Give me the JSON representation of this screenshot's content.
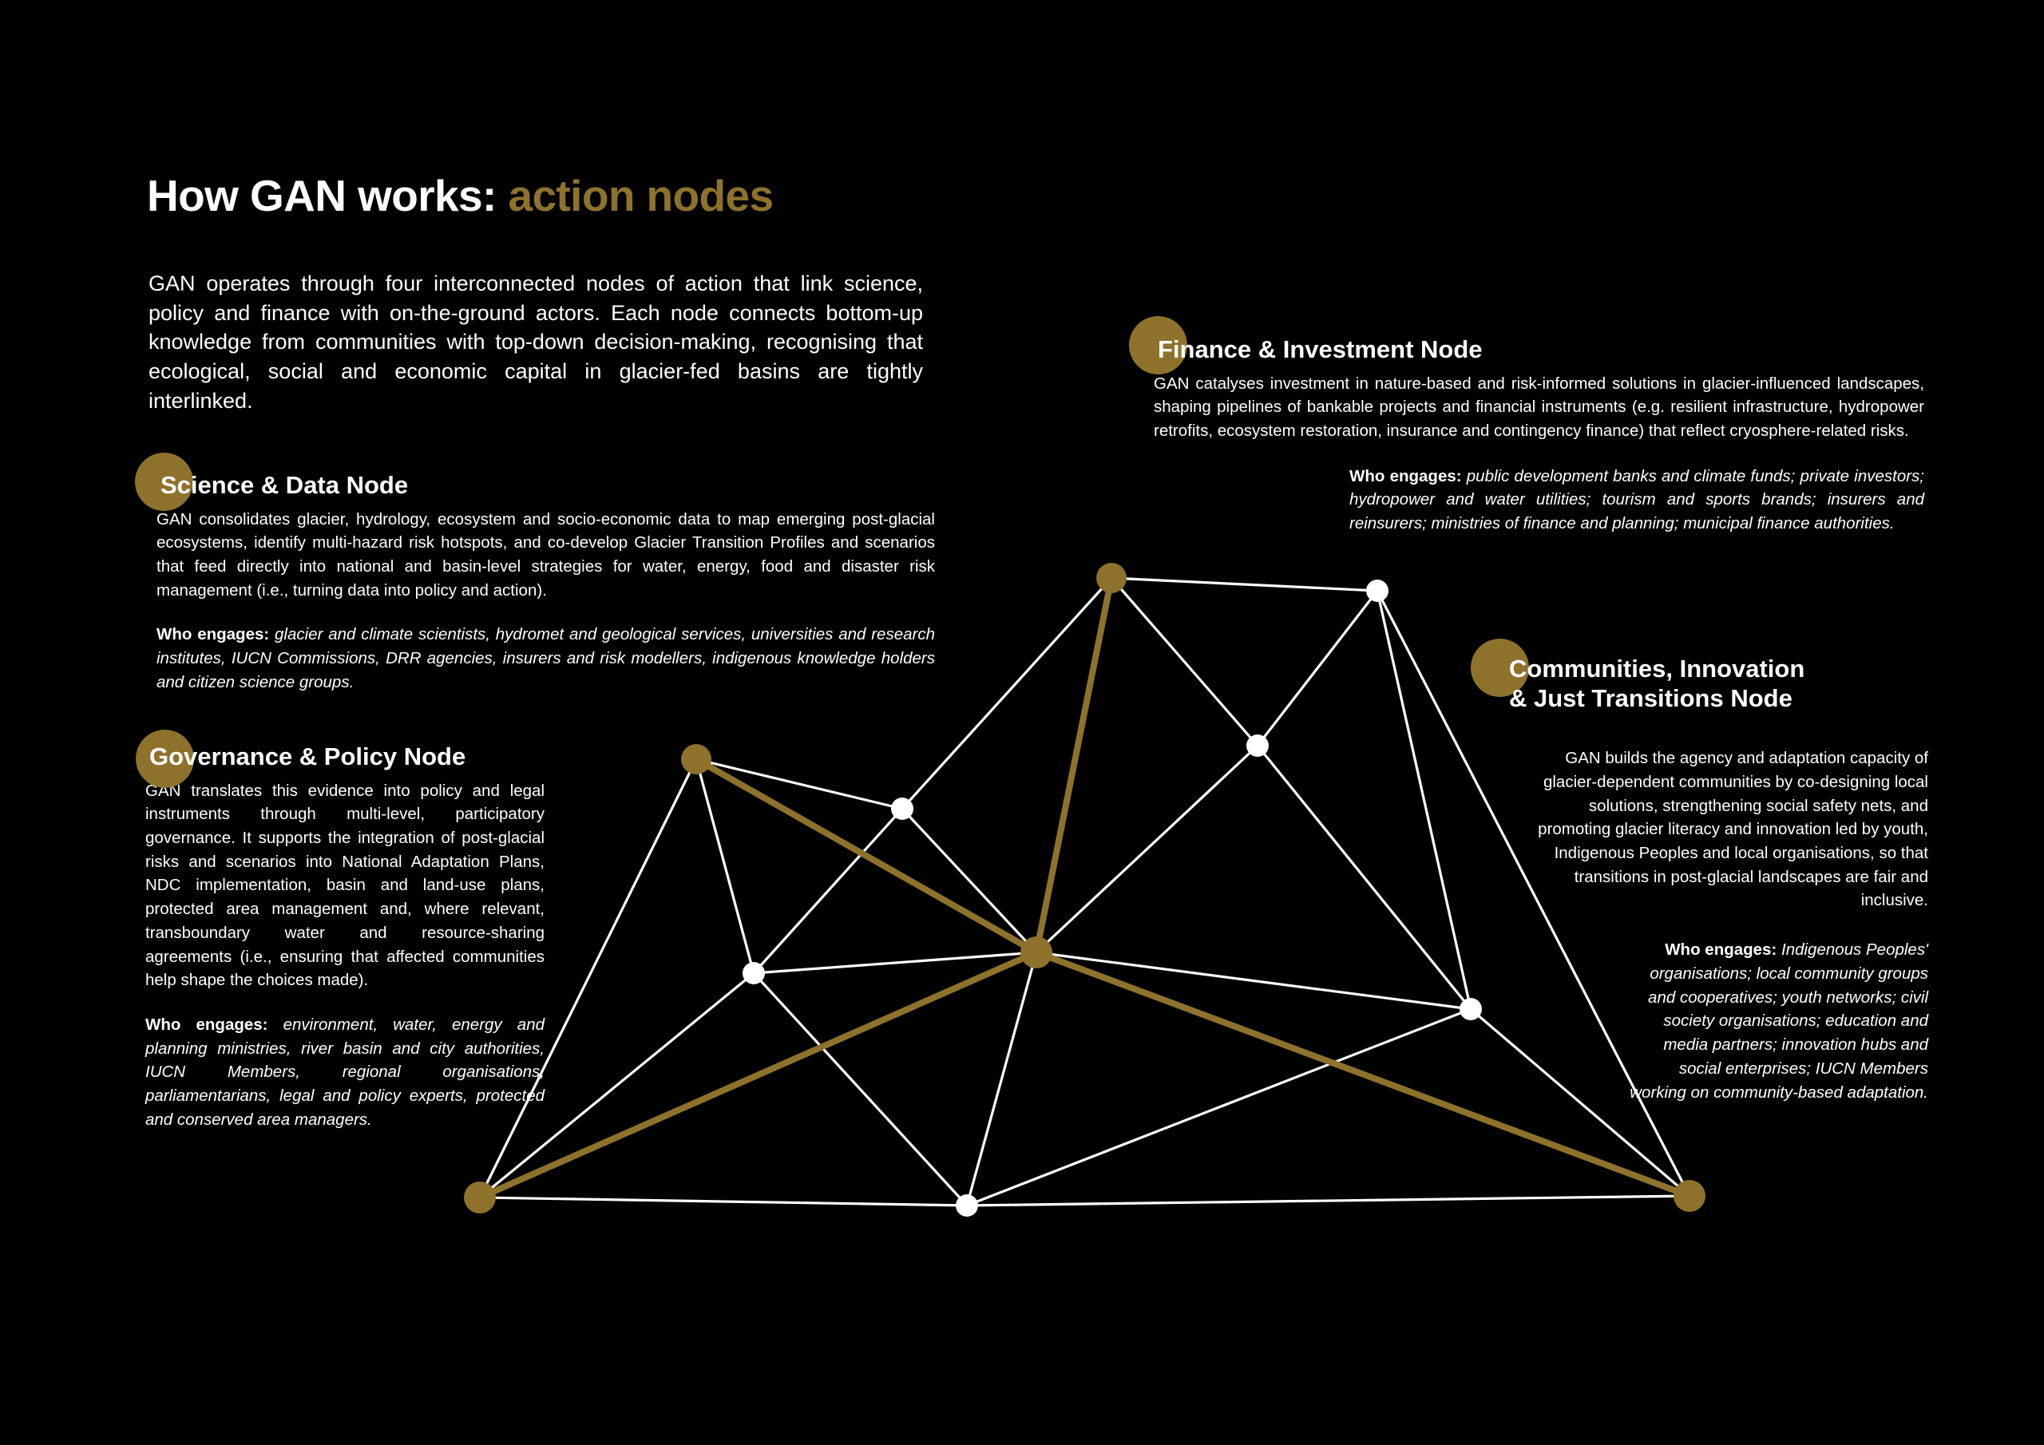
{
  "colors": {
    "background": "#000000",
    "accent_gold": "#8e722c",
    "text": "#ffffff"
  },
  "header": {
    "title_main": "How GAN works:",
    "title_accent": "action nodes",
    "intro": "GAN operates through four interconnected nodes of action that link science, policy and finance with on-the-ground actors. Each node connects bottom-up knowledge from communities with top-down decision-making, recognising that ecological, social and economic capital in glacier-fed basins are tightly interlinked."
  },
  "nodes": [
    {
      "id": "science",
      "title": "Science & Data Node",
      "body": "GAN consolidates glacier, hydrology, ecosystem and socio-economic data to map emerging post-glacial ecosystems, identify multi-hazard risk hotspots, and co-develop Glacier Transition Profiles and scenarios that feed directly into national and basin-level strategies for water, energy, food and disaster risk management (i.e., turning data into policy and action).",
      "who_label": "Who engages:",
      "who_text": " glacier and climate scientists, hydromet and geological services, universities and research institutes, IUCN Commissions, DRR agencies, insurers and risk modellers, indigenous knowledge holders and citizen science groups."
    },
    {
      "id": "governance",
      "title": "Governance & Policy Node",
      "body": "GAN translates this evidence into policy and legal instruments through multi-level, participatory governance. It supports the integration of post-glacial risks and scenarios into National Adaptation Plans, NDC implementation, basin and land-use plans, protected area management and, where relevant, transboundary water and resource-sharing agreements (i.e., ensuring that affected communities help shape the choices made).",
      "who_label": "Who engages:",
      "who_text": " environment, water, energy and planning ministries, river basin and city authorities, IUCN Members, regional organisations, parliamentarians, legal and policy experts, protected and conserved area managers."
    },
    {
      "id": "finance",
      "title": "Finance & Investment Node",
      "body": "GAN catalyses investment in nature-based and risk-informed solutions in glacier-influenced landscapes, shaping pipelines of bankable projects and financial instruments (e.g. resilient infrastructure, hydropower retrofits, ecosystem restoration, insurance and contingency finance) that reflect cryosphere-related risks.",
      "who_label": "Who engages:",
      "who_text": " public development banks and climate funds; private investors; hydropower and water utilities; tourism and sports brands; insurers and reinsurers; ministries of finance and planning; municipal finance authorities."
    },
    {
      "id": "communities",
      "title": "Communities, Innovation\n& Just Transitions Node",
      "body": "GAN builds the agency and adaptation capacity of glacier-dependent communities by co-designing local solutions, strengthening social safety nets, and promoting glacier literacy and innovation led by youth, Indigenous Peoples and local organisations, so that transitions in post-glacial landscapes are fair and inclusive.",
      "who_label": "Who engages:",
      "who_text": " Indigenous Peoples' organisations; local community groups and cooperatives; youth networks; civil society organisations; education and media partners; innovation hubs and social enterprises; IUCN Members working on community-based adaptation."
    }
  ],
  "chart_data": {
    "type": "scatter",
    "title": "GAN action node network",
    "description": "Node-link network diagram of gold hub nodes and white satellite nodes connected by white and gold edges.",
    "xlabel": "",
    "ylabel": "",
    "xlim": [
      520,
      2180
    ],
    "ylim": [
      700,
      1520
    ],
    "grid": false,
    "legend_position": "none",
    "graph_nodes": [
      {
        "id": "n1",
        "x": 1392,
        "y": 724,
        "r": 19,
        "color": "#8e722c",
        "kind": "hub"
      },
      {
        "id": "n2",
        "x": 1725,
        "y": 740,
        "r": 14,
        "color": "#ffffff",
        "kind": "satellite"
      },
      {
        "id": "n3",
        "x": 872,
        "y": 951,
        "r": 19,
        "color": "#8e722c",
        "kind": "hub"
      },
      {
        "id": "n4",
        "x": 1130,
        "y": 1013,
        "r": 14,
        "color": "#ffffff",
        "kind": "satellite"
      },
      {
        "id": "n5",
        "x": 1575,
        "y": 934,
        "r": 14,
        "color": "#ffffff",
        "kind": "satellite"
      },
      {
        "id": "n6",
        "x": 1884,
        "y": 845,
        "r": 19,
        "color": "#8e722c",
        "kind": "hub-label"
      },
      {
        "id": "n7",
        "x": 944,
        "y": 1219,
        "r": 14,
        "color": "#ffffff",
        "kind": "satellite"
      },
      {
        "id": "n8",
        "x": 1298,
        "y": 1193,
        "r": 20,
        "color": "#8e722c",
        "kind": "hub-center"
      },
      {
        "id": "n9",
        "x": 1842,
        "y": 1264,
        "r": 14,
        "color": "#ffffff",
        "kind": "satellite"
      },
      {
        "id": "n10",
        "x": 601,
        "y": 1500,
        "r": 20,
        "color": "#8e722c",
        "kind": "hub"
      },
      {
        "id": "n11",
        "x": 1211,
        "y": 1510,
        "r": 14,
        "color": "#ffffff",
        "kind": "satellite"
      },
      {
        "id": "n12",
        "x": 2116,
        "y": 1498,
        "r": 20,
        "color": "#8e722c",
        "kind": "hub"
      }
    ],
    "graph_edges": [
      {
        "from": "n1",
        "to": "n2",
        "color": "#ffffff"
      },
      {
        "from": "n1",
        "to": "n4",
        "color": "#ffffff"
      },
      {
        "from": "n1",
        "to": "n5",
        "color": "#ffffff"
      },
      {
        "from": "n1",
        "to": "n8",
        "color": "#8e722c"
      },
      {
        "from": "n2",
        "to": "n5",
        "color": "#ffffff"
      },
      {
        "from": "n2",
        "to": "n9",
        "color": "#ffffff"
      },
      {
        "from": "n2",
        "to": "n12",
        "color": "#ffffff"
      },
      {
        "from": "n3",
        "to": "n4",
        "color": "#ffffff"
      },
      {
        "from": "n3",
        "to": "n7",
        "color": "#ffffff"
      },
      {
        "from": "n3",
        "to": "n8",
        "color": "#8e722c"
      },
      {
        "from": "n3",
        "to": "n10",
        "color": "#ffffff"
      },
      {
        "from": "n4",
        "to": "n7",
        "color": "#ffffff"
      },
      {
        "from": "n4",
        "to": "n8",
        "color": "#ffffff"
      },
      {
        "from": "n5",
        "to": "n8",
        "color": "#ffffff"
      },
      {
        "from": "n5",
        "to": "n9",
        "color": "#ffffff"
      },
      {
        "from": "n7",
        "to": "n8",
        "color": "#ffffff"
      },
      {
        "from": "n7",
        "to": "n10",
        "color": "#ffffff"
      },
      {
        "from": "n7",
        "to": "n11",
        "color": "#ffffff"
      },
      {
        "from": "n8",
        "to": "n9",
        "color": "#ffffff"
      },
      {
        "from": "n8",
        "to": "n10",
        "color": "#8e722c"
      },
      {
        "from": "n8",
        "to": "n11",
        "color": "#ffffff"
      },
      {
        "from": "n8",
        "to": "n12",
        "color": "#8e722c"
      },
      {
        "from": "n9",
        "to": "n11",
        "color": "#ffffff"
      },
      {
        "from": "n9",
        "to": "n12",
        "color": "#ffffff"
      },
      {
        "from": "n10",
        "to": "n11",
        "color": "#ffffff"
      },
      {
        "from": "n11",
        "to": "n12",
        "color": "#ffffff"
      }
    ]
  }
}
